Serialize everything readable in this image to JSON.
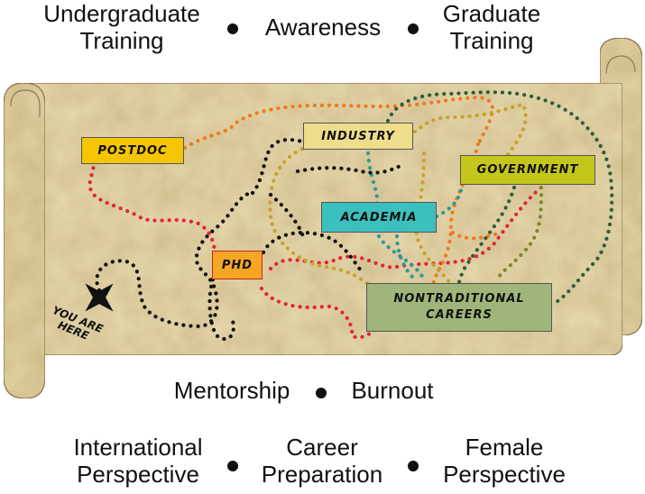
{
  "topics_top": {
    "left": [
      "Undergraduate",
      "Training"
    ],
    "center": "Awareness",
    "right": [
      "Graduate",
      "Training"
    ]
  },
  "topics_middle": {
    "left": "Mentorship",
    "right": "Burnout"
  },
  "topics_bottom": {
    "left": [
      "International",
      "Perspective"
    ],
    "center": [
      "Career",
      "Preparation"
    ],
    "right": [
      "Female",
      "Perspective"
    ]
  },
  "map": {
    "destinations": {
      "postdoc": "POSTDOC",
      "industry": "INDUSTRY",
      "government": "GOVERNMENT",
      "academia": "ACADEMIA",
      "phd": "PHD",
      "nontraditional": [
        "NONTRADITIONAL",
        "CAREERS"
      ]
    },
    "you_are_here": [
      "YOU ARE",
      "HERE"
    ]
  },
  "colors": {
    "postdoc": "#f5c500",
    "industry": "#eedd8a",
    "government": "#c4c61c",
    "academia": "#3cbfbf",
    "phd": "#f5a623",
    "nontraditional": "#9fb57a",
    "parchment": "#e7d9ae",
    "path_red": "#e0263a",
    "path_orange": "#f07a1e",
    "path_gold": "#c9a227",
    "path_teal": "#2a9a9a",
    "path_green": "#2e5e3a",
    "path_olive": "#7d8a1e",
    "path_black": "#111111"
  }
}
